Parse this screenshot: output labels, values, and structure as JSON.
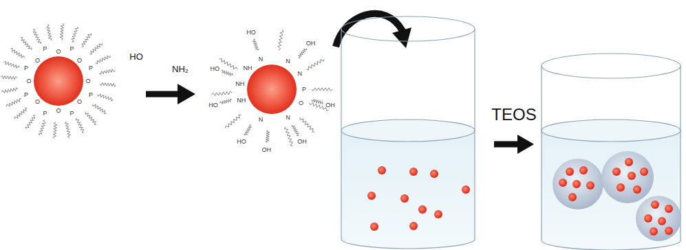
{
  "diagram": {
    "labels": [
      "HO",
      "NH₂",
      "TEOS",
      "O",
      "P",
      "O",
      "P",
      "O",
      "P",
      "O",
      "P",
      "O",
      "P",
      "O",
      "P",
      "O",
      "P",
      "O",
      "P",
      "NH",
      "NH",
      "NH",
      "N",
      "N",
      "N",
      "P",
      "O",
      "N",
      "N",
      "HO",
      "OH",
      "OH",
      "OH",
      "HO",
      "HO",
      "HO",
      "OH"
    ]
  }
}
